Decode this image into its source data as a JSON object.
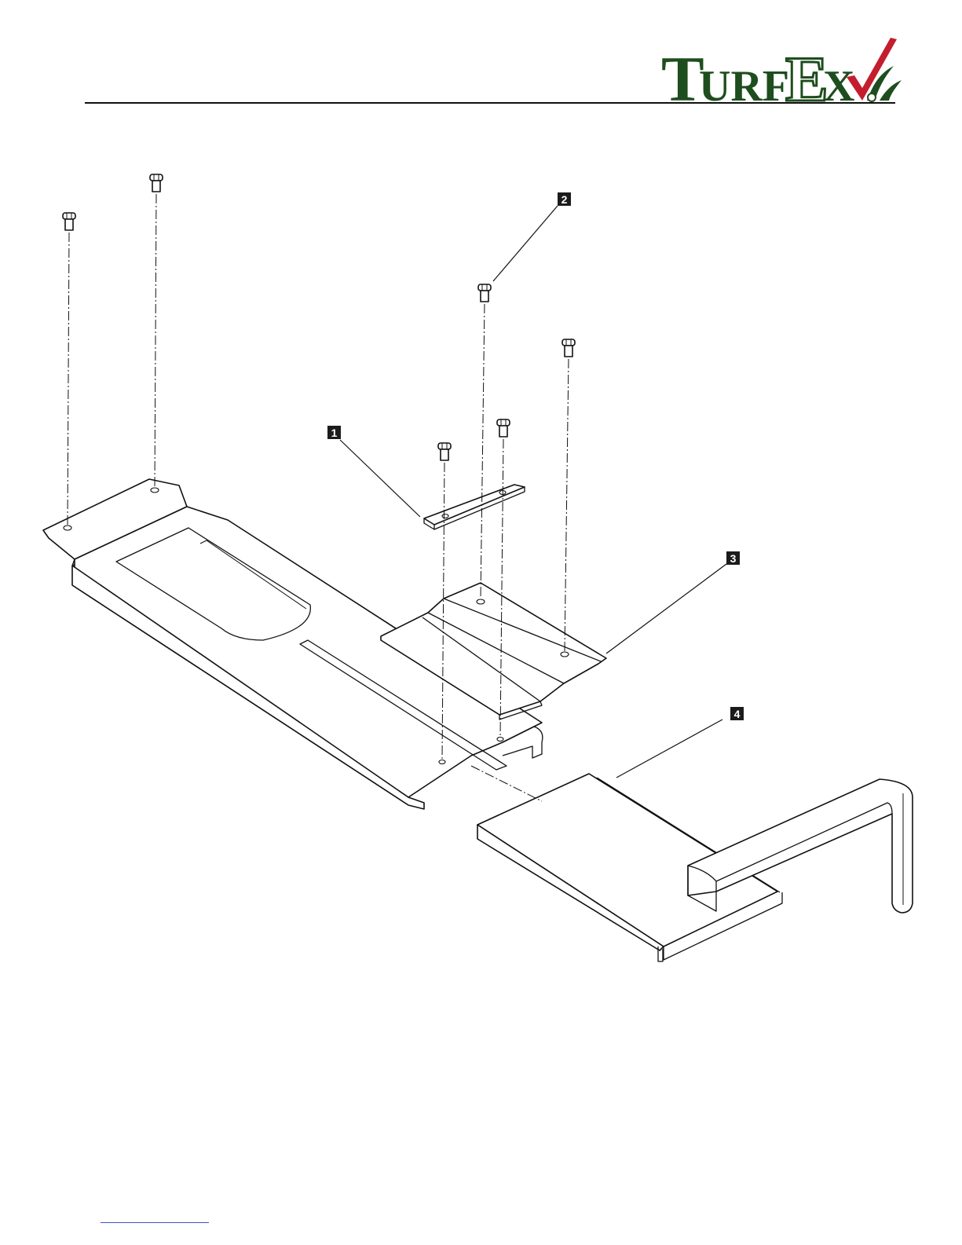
{
  "header": {
    "logo_text": "TurfEx",
    "colors": {
      "logo_green": "#1e4d1e",
      "logo_red": "#c41e2e",
      "rule": "#111111"
    }
  },
  "callouts": [
    {
      "id": "1",
      "label": "1"
    },
    {
      "id": "2",
      "label": "2"
    },
    {
      "id": "3",
      "label": "3"
    },
    {
      "id": "4",
      "label": "4"
    }
  ]
}
